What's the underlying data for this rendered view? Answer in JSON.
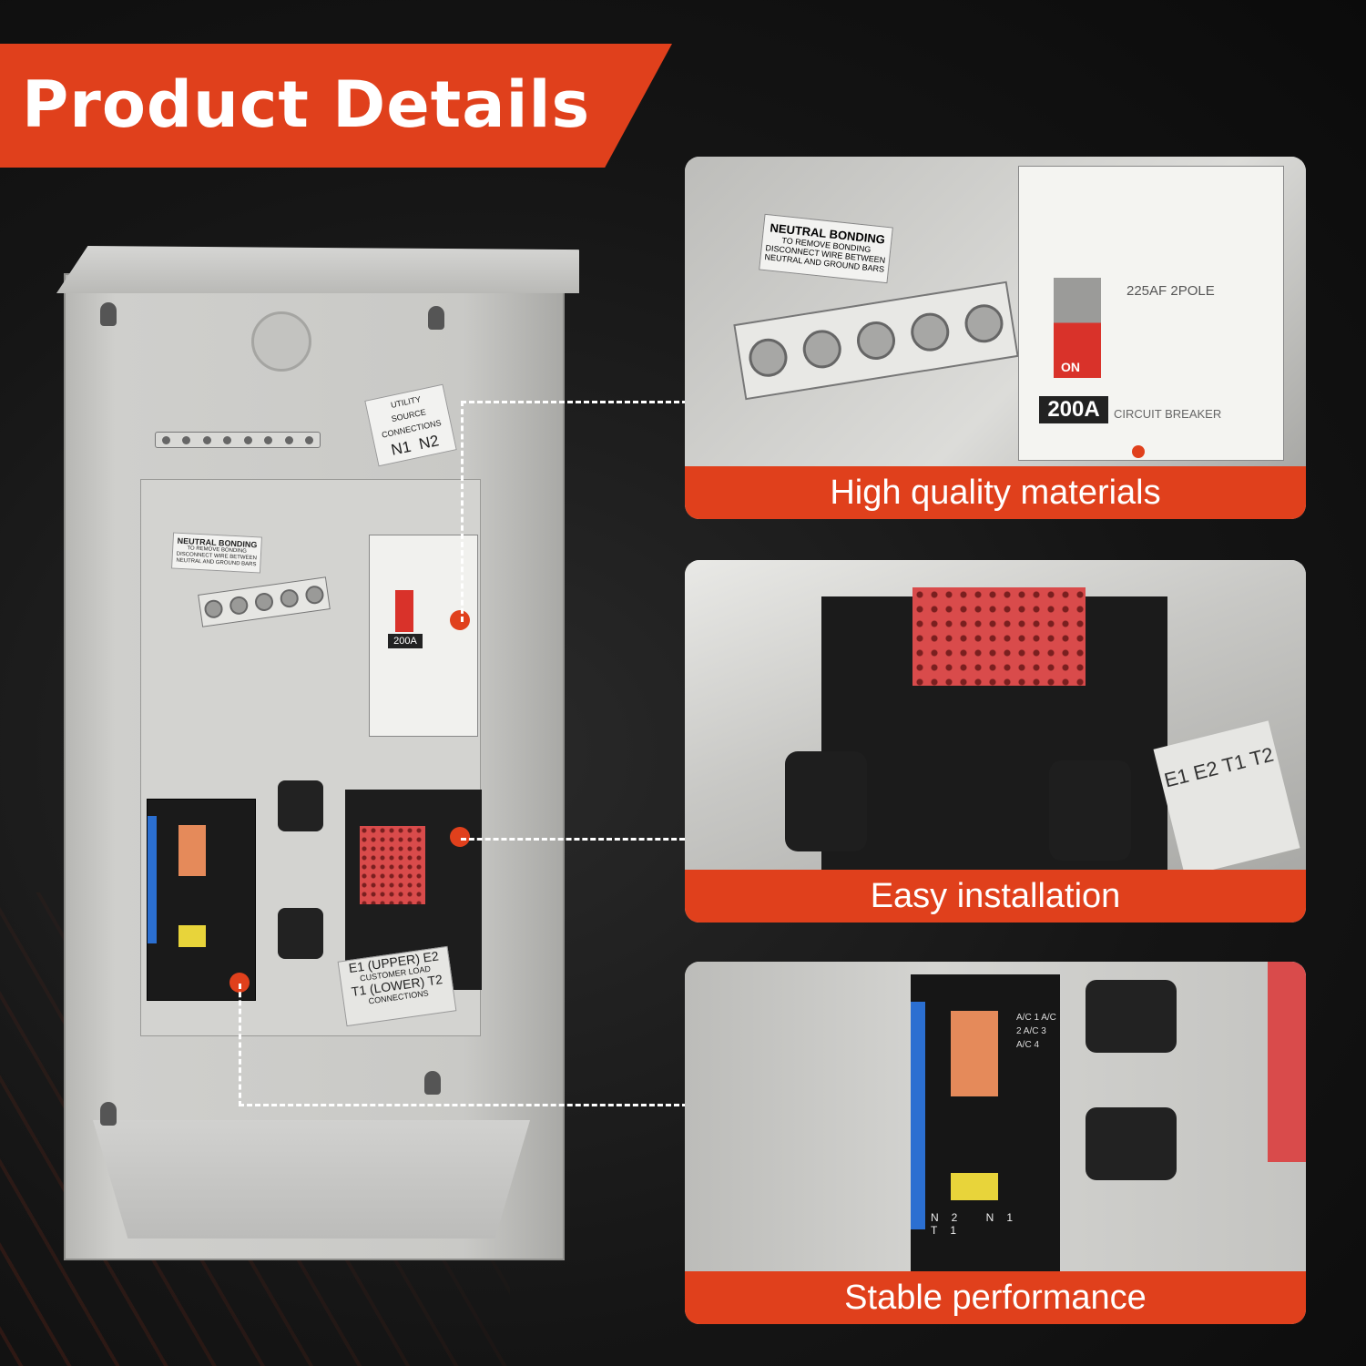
{
  "banner": {
    "title": "Product Details"
  },
  "main_photo": {
    "utility_sticker": {
      "line1": "UTILITY",
      "line2": "SOURCE",
      "line3": "CONNECTIONS",
      "n1": "N1",
      "n2": "N2"
    },
    "neutral_sticker": {
      "title": "NEUTRAL BONDING",
      "text": "TO REMOVE BONDING DISCONNECT WIRE BETWEEN NEUTRAL AND GROUND BARS"
    },
    "breaker_amp": "200A",
    "load_sticker": {
      "line1": "E1 (UPPER) E2",
      "line2": "CUSTOMER LOAD",
      "line3": "T1 (LOWER) T2",
      "line4": "CONNECTIONS"
    }
  },
  "panels": [
    {
      "caption": "High quality materials",
      "neutral_sticker": {
        "title": "NEUTRAL BONDING",
        "text": "TO REMOVE BONDING DISCONNECT WIRE BETWEEN NEUTRAL AND GROUND BARS"
      },
      "breaker": {
        "rating": "225AF 2POLE",
        "on": "ON",
        "amp": "200A",
        "label": "CIRCUIT BREAKER"
      }
    },
    {
      "caption": "Easy installation",
      "tag": "E1 E2 T1 T2"
    },
    {
      "caption": "Stable performance",
      "board": {
        "labels": "A/C 1 A/C 2 A/C 3 A/C 4",
        "fuses": "N2 N1 T1"
      }
    }
  ],
  "colors": {
    "accent": "#e0401c",
    "background": "#151515",
    "enclosure": "#c9c9c6"
  }
}
